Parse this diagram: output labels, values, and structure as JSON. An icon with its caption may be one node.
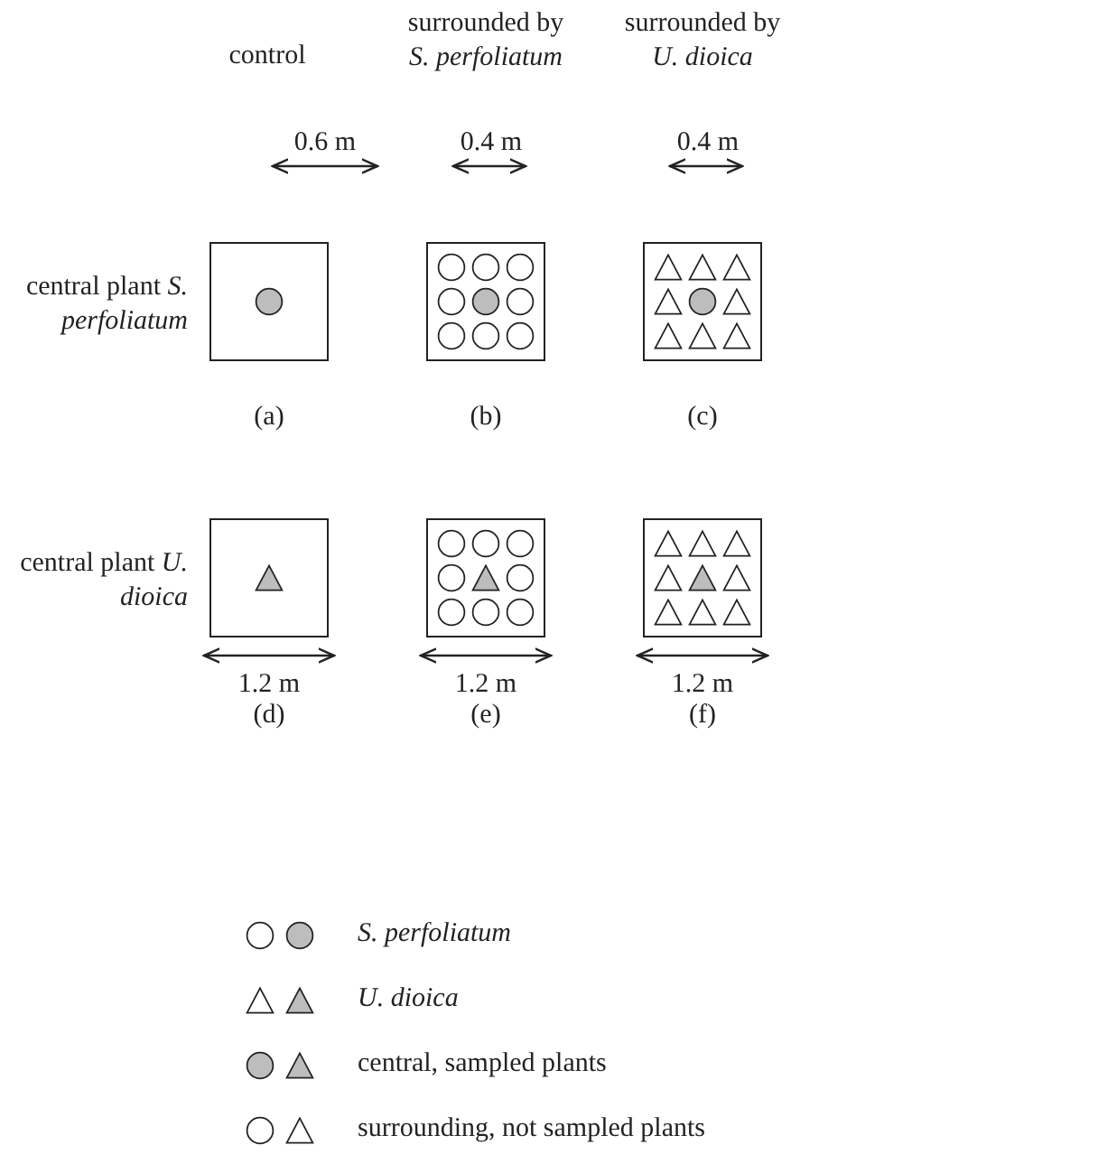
{
  "diagram": {
    "nodes": [
      {
        "text": [],
        "shape": "box",
        "beside": [
          "(a)"
        ]
      },
      {
        "text": [],
        "shape": "circle",
        "in": 0
      },
      {
        "text": [],
        "shape": "box",
        "beside": [
          "(b)"
        ]
      },
      {
        "text": [],
        "shape": "circle",
        "in": 2
      },
      {
        "text": [],
        "shape": "circle",
        "in": 2
      },
      {
        "text": [],
        "shape": "circle",
        "in": 2
      },
      {
        "text": [],
        "shape": "circle",
        "in": 2
      },
      {
        "text": [],
        "shape": "circle",
        "in": 2
      },
      {
        "text": [],
        "shape": "circle",
        "in": 2
      },
      {
        "text": [],
        "shape": "circle",
        "in": 2
      },
      {
        "text": [],
        "shape": "circle",
        "in": 2
      },
      {
        "text": [],
        "shape": "circle",
        "in": 2
      },
      {
        "text": [],
        "shape": "box",
        "beside": [
          "(c)"
        ]
      },
      {
        "text": [],
        "shape": "triangle",
        "in": 12
      },
      {
        "text": [],
        "shape": "triangle",
        "in": 12
      },
      {
        "text": [],
        "shape": "triangle",
        "in": 12
      },
      {
        "text": [],
        "shape": "triangle",
        "in": 12
      },
      {
        "text": [],
        "shape": "circle",
        "in": 12
      },
      {
        "text": [],
        "shape": "triangle",
        "in": 12
      },
      {
        "text": [],
        "shape": "triangle",
        "in": 12
      },
      {
        "text": [],
        "shape": "triangle",
        "in": 12
      },
      {
        "text": [],
        "shape": "triangle",
        "in": 12
      },
      {
        "text": [],
        "shape": "box",
        "beside": [
          "(d)"
        ]
      },
      {
        "text": [],
        "shape": "triangle",
        "in": 22
      },
      {
        "text": [],
        "shape": "box",
        "beside": [
          "(e)"
        ]
      },
      {
        "text": [],
        "shape": "circle",
        "in": 24
      },
      {
        "text": [],
        "shape": "circle",
        "in": 24
      },
      {
        "text": [],
        "shape": "circle",
        "in": 24
      },
      {
        "text": [],
        "shape": "circle",
        "in": 24
      },
      {
        "text": [],
        "shape": "triangle",
        "in": 24
      },
      {
        "text": [],
        "shape": "circle",
        "in": 24
      },
      {
        "text": [],
        "shape": "circle",
        "in": 24
      },
      {
        "text": [],
        "shape": "circle",
        "in": 24
      },
      {
        "text": [],
        "shape": "circle",
        "in": 24
      },
      {
        "text": [],
        "shape": "box",
        "beside": [
          "(f)"
        ]
      },
      {
        "text": [],
        "shape": "triangle",
        "in": 34
      },
      {
        "text": [],
        "shape": "triangle",
        "in": 34
      },
      {
        "text": [],
        "shape": "triangle",
        "in": 34
      },
      {
        "text": [],
        "shape": "triangle",
        "in": 34
      },
      {
        "text": [],
        "shape": "triangle",
        "in": 34
      },
      {
        "text": [],
        "shape": "triangle",
        "in": 34
      },
      {
        "text": [],
        "shape": "triangle",
        "in": 34
      },
      {
        "text": [],
        "shape": "triangle",
        "in": 34
      },
      {
        "text": [],
        "shape": "triangle",
        "in": 34
      }
    ],
    "edges": [],
    "labels": [
      "control",
      "surrounded by *S. perfoliatum*",
      "surrounded by *U. dioica*",
      "0.6 m",
      "0.4 m",
      "0.4 m",
      "central plant *S. perfoliatum*",
      "central plant *U. dioica*",
      "1.2 m",
      "1.2 m",
      "1.2 m"
    ],
    "legend": [
      {
        "text": "S. perfoliatum"
      },
      {
        "text": "U. dioica"
      },
      {
        "text": "central, sampled plants"
      },
      {
        "text": "surrounding, not sampled plants"
      }
    ]
  }
}
